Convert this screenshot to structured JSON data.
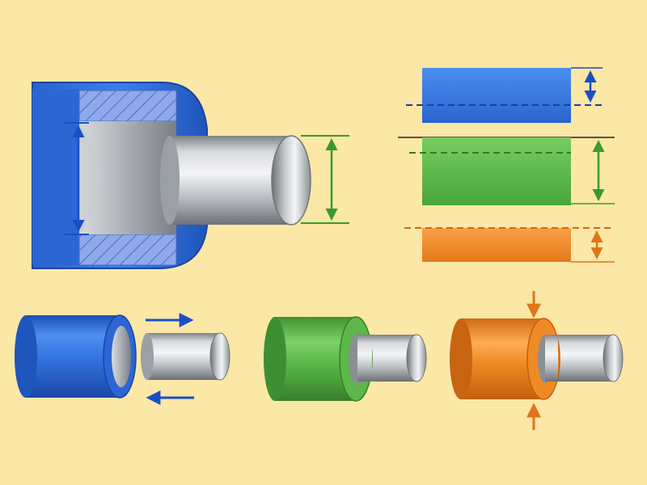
{
  "background": "#fbe7a6",
  "colors": {
    "blue": "#2f6fd6",
    "blue_dark": "#1d4fb0",
    "blue_arrow": "#1a4fc4",
    "green": "#5cb84a",
    "green_dark": "#3d9130",
    "green_arrow": "#3a9a2e",
    "orange": "#f08a24",
    "orange_dark": "#d06a10",
    "orange_arrow": "#e0741a",
    "steel_light": "#eef0f2",
    "steel_mid": "#b8bcc1",
    "steel_dark": "#6f747a",
    "hatch_fill": "#8ea8e8",
    "black_line": "#222222"
  },
  "panels": [
    {
      "id": "cutaway",
      "description_icon": "sleeve-cutaway-with-shaft-icon"
    },
    {
      "id": "tolerance-bars",
      "description_icon": "tolerance-zone-comparison-icon"
    },
    {
      "id": "clearance-fit",
      "description_icon": "clearance-fit-icon"
    },
    {
      "id": "transition-fit",
      "description_icon": "transition-fit-icon"
    },
    {
      "id": "interference-fit",
      "description_icon": "interference-fit-icon"
    }
  ]
}
